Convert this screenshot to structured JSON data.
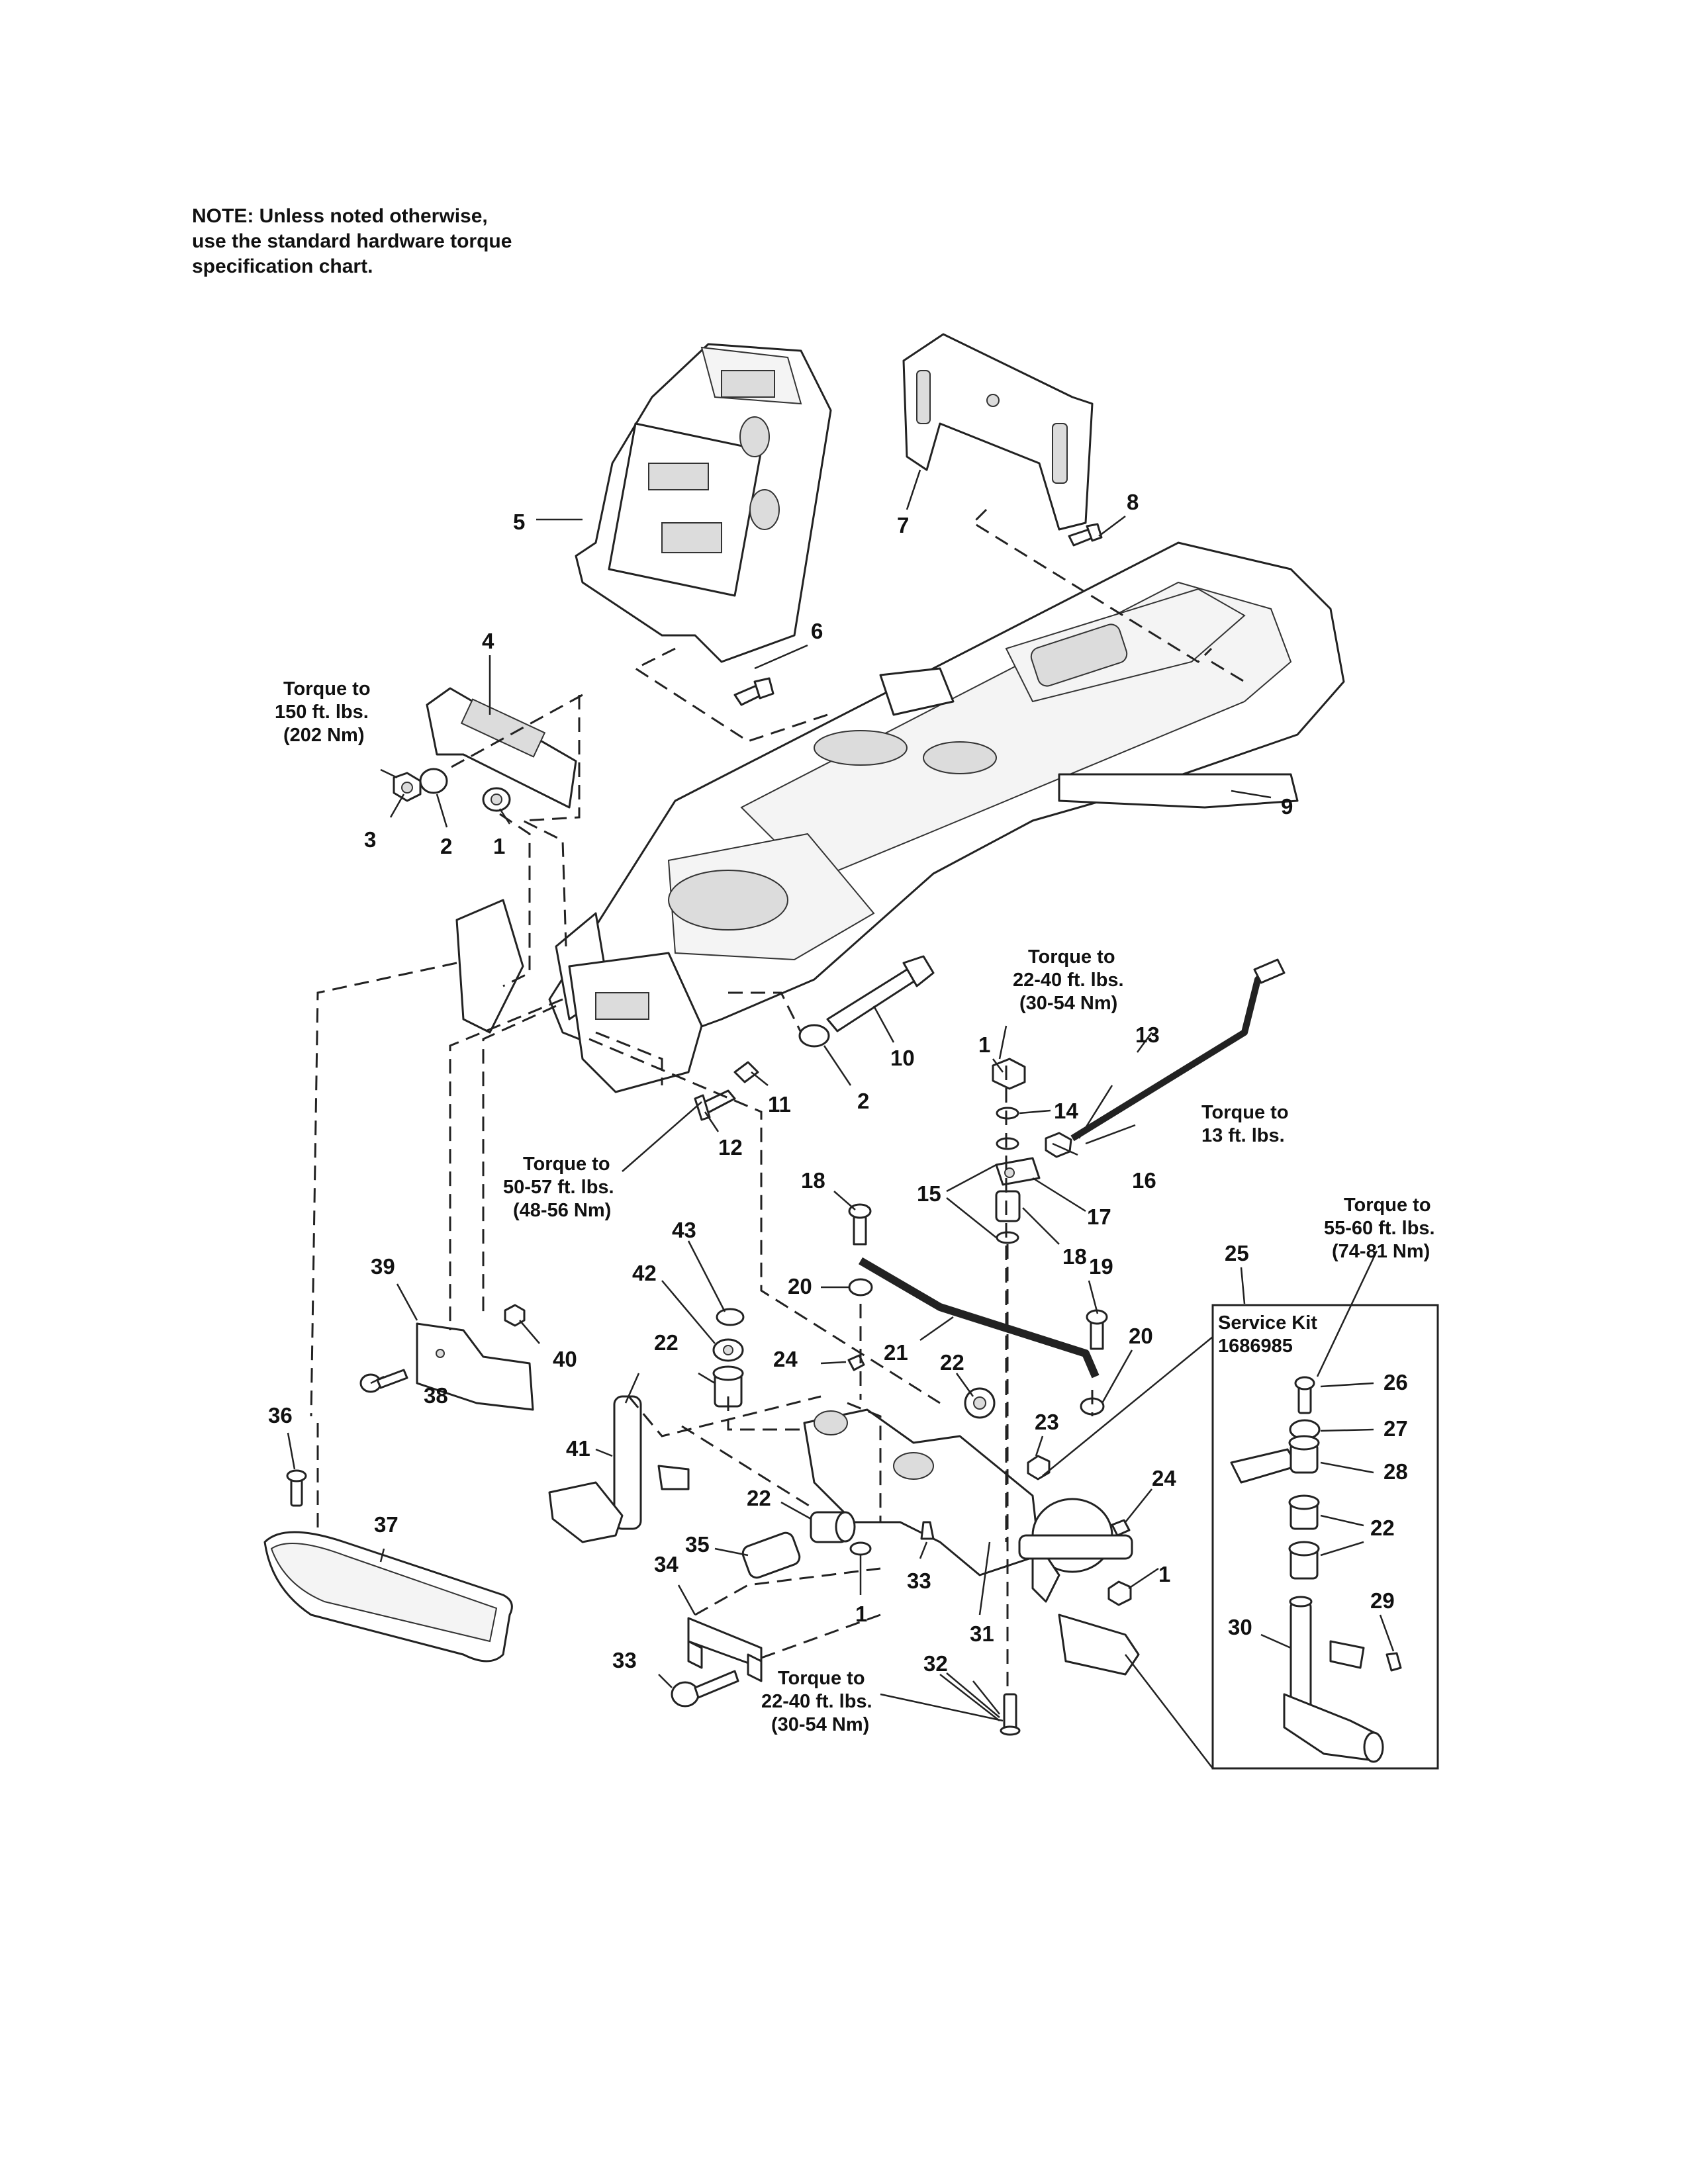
{
  "note": {
    "line1": "NOTE: Unless noted otherwise,",
    "line2": "use the standard hardware torque",
    "line3": "specification chart."
  },
  "torques": {
    "t150": [
      "Torque to",
      "150 ft. lbs.",
      "(202 Nm)"
    ],
    "t22a": [
      "Torque to",
      "22-40 ft. lbs.",
      "(30-54 Nm)"
    ],
    "t13": [
      "Torque to",
      "13 ft. lbs."
    ],
    "t50": [
      "Torque to",
      "50-57 ft. lbs.",
      "(48-56 Nm)"
    ],
    "t55": [
      "Torque to",
      "55-60 ft. lbs.",
      "(74-81 Nm)"
    ],
    "t22b": [
      "Torque to",
      "22-40 ft. lbs.",
      "(30-54 Nm)"
    ]
  },
  "service_kit": {
    "label": "Service Kit",
    "number": "1686985"
  },
  "callouts": [
    "1",
    "2",
    "3",
    "4",
    "5",
    "6",
    "7",
    "8",
    "9",
    "10",
    "11",
    "12",
    "13",
    "14",
    "15",
    "16",
    "17",
    "18",
    "19",
    "20",
    "21",
    "22",
    "23",
    "24",
    "25",
    "26",
    "27",
    "28",
    "29",
    "30",
    "31",
    "32",
    "33",
    "34",
    "35",
    "36",
    "37",
    "38",
    "39",
    "40",
    "41",
    "42",
    "43"
  ]
}
